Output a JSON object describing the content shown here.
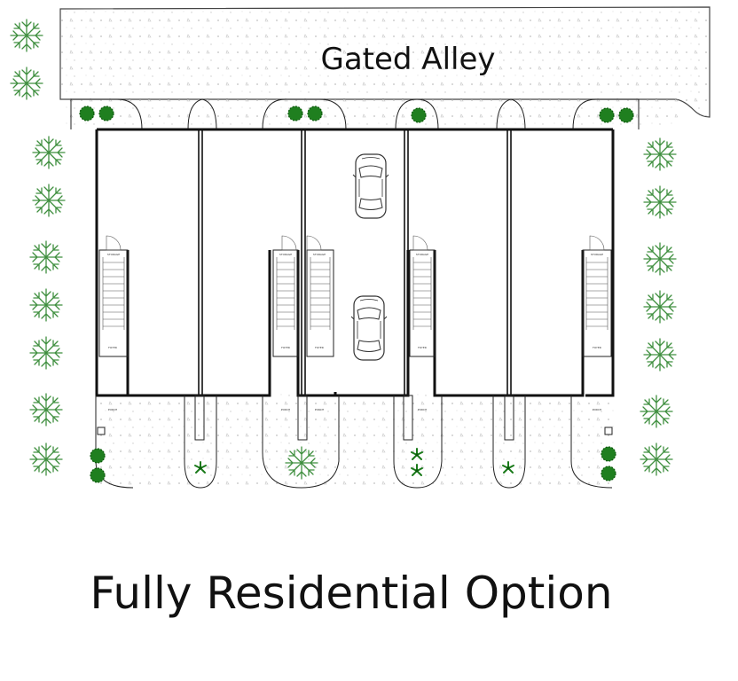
{
  "alley": {
    "label": "Gated Alley"
  },
  "caption": "Fully Residential Option",
  "foyer_label": "FOYER",
  "storage_label": "STORAGE",
  "colors": {
    "ground": "#f4f4f4",
    "dot": "#c9c9c9",
    "shrub": "#1d7d1d",
    "shrub_dark": "#0c5a0c",
    "tree": "#3c8c3c",
    "wall": "#111111"
  },
  "icons": {
    "tree": "tree-icon",
    "shrub": "shrub-icon",
    "car": "car-icon",
    "stair": "stair-icon"
  }
}
